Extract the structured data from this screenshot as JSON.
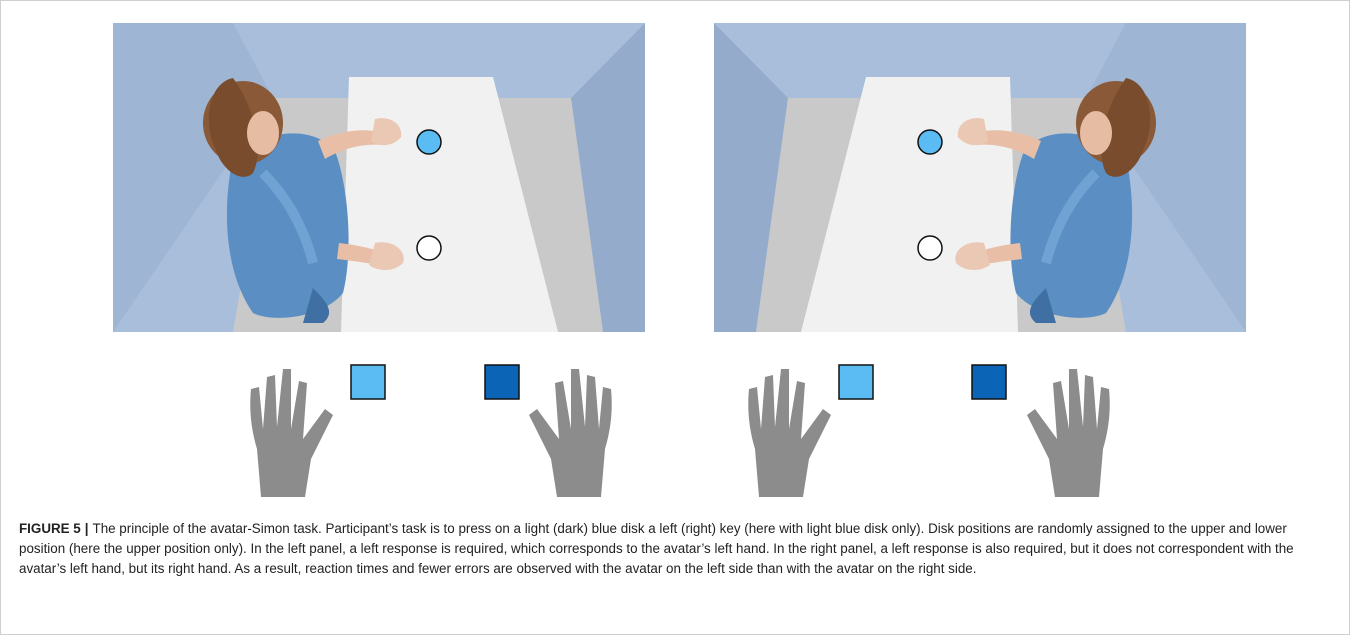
{
  "figure": {
    "label": "FIGURE 5",
    "separator": "|",
    "caption": "The principle of the avatar-Simon task. Participant’s task is to press on a light (dark) blue disk a left (right) key (here with light blue disk only). Disk positions are randomly assigned to the upper and lower position (here the upper position only). In the left panel, a left response is required, which corresponds to the avatar’s left hand. In the right panel, a left response is also required, but it does not correspondent with the avatar’s left hand, but its right hand. As a result, reaction times and fewer errors are observed with the avatar on the left side than with the avatar on the right side."
  },
  "colors": {
    "light_blue": "#5bbcf4",
    "dark_blue": "#0b64b5",
    "wall": "#a9bedb",
    "table": "#f1f1f1",
    "floor": "#c9c9c9",
    "hand_gray": "#8c8c8c",
    "shirt": "#5b8fc4"
  },
  "panels": [
    {
      "id": "left",
      "avatar_side": "left",
      "upper_disk": "light-blue",
      "lower_disk": "empty"
    },
    {
      "id": "right",
      "avatar_side": "right",
      "upper_disk": "light-blue",
      "lower_disk": "empty"
    }
  ],
  "response_keys": [
    {
      "id": "left-key",
      "color": "light-blue"
    },
    {
      "id": "right-key",
      "color": "dark-blue"
    }
  ]
}
